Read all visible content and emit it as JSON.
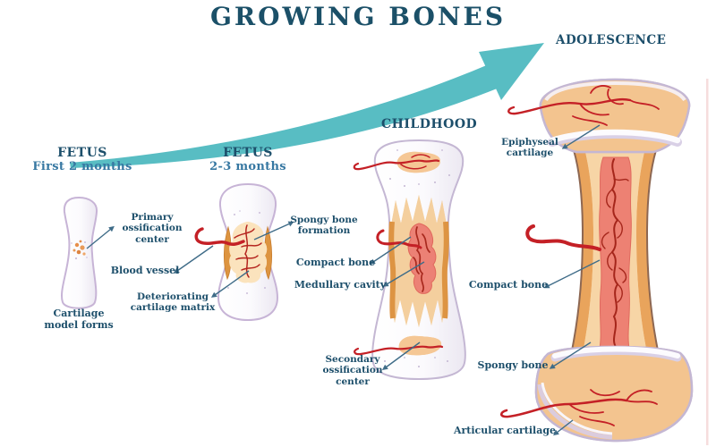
{
  "title": "GROWING BONES",
  "stages": [
    {
      "heading": "FETUS",
      "subheading": "First 2 months",
      "caption": "Cartilage model forms"
    },
    {
      "heading": "FETUS",
      "subheading": "2-3 months"
    },
    {
      "heading": "CHILDHOOD"
    },
    {
      "heading": "ADOLESCENCE"
    }
  ],
  "annotations": {
    "primary_ossification": "Primary ossification center",
    "blood_vessel": "Blood vessel",
    "deteriorating_matrix": "Deteriorating cartilage matrix",
    "spongy_formation": "Spongy bone formation",
    "compact_bone_child": "Compact bone",
    "medullary_cavity": "Medullary cavity",
    "secondary_ossification": "Secondary ossification center",
    "epiphyseal_cartilage": "Epiphyseal cartilage",
    "compact_bone_adol": "Compact bone",
    "spongy_bone": "Spongy bone",
    "articular_cartilage": "Articular cartilage"
  },
  "palette": {
    "title_navy": "#1b5068",
    "label_navy": "#1d4f6b",
    "subtitle_blue": "#3778a2",
    "arrow_teal": "#58bdc3",
    "vessel_red": "#c42026",
    "medullary_red": "#ed8173",
    "compact_orange": "#e9a45c",
    "spongy_peach": "#f6d3a4",
    "cartilage_lavender": "#c4b7d3",
    "leader_line": "#3f6c88"
  }
}
